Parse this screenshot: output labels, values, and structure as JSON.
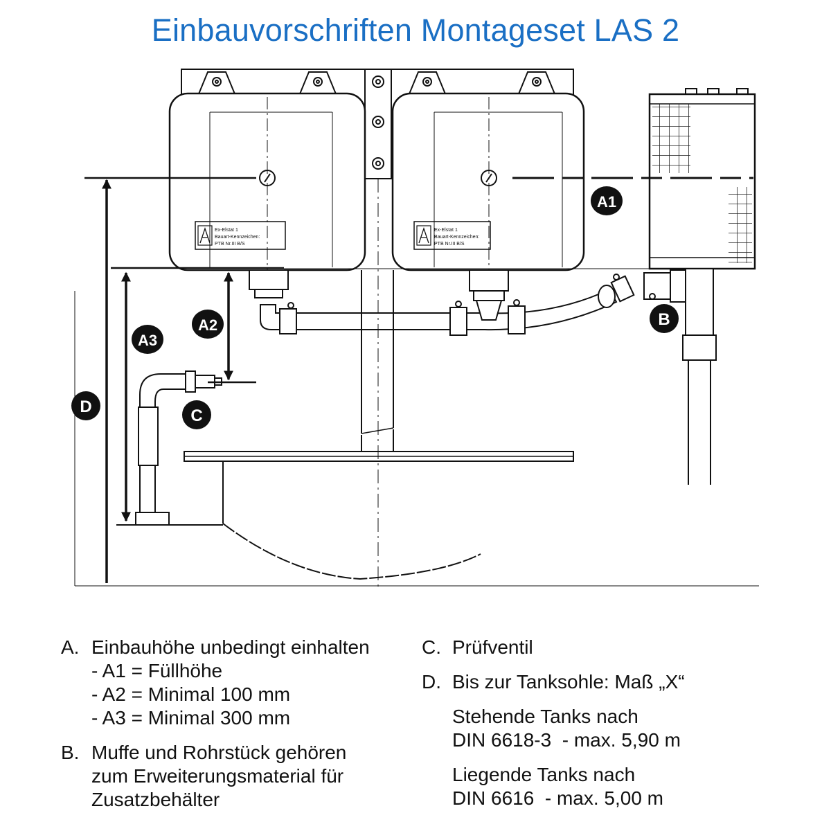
{
  "title": "Einbauvorschriften Montageset LAS 2",
  "diagram": {
    "labels": {
      "a1": "A1",
      "a2": "A2",
      "a3": "A3",
      "b": "B",
      "c": "C",
      "d": "D"
    },
    "plate_lines": [
      [
        "Ex-Elstat 1",
        "Bauart-Kennzeichen:",
        "PTB Nr.III B/S"
      ],
      [
        "Ex-Elstat 1",
        "Bauart-Kennzeichen:",
        "PTB Nr.III B/S"
      ]
    ]
  },
  "legend": {
    "a": {
      "letter": "A.",
      "text": "Einbauhöhe unbedingt einhalten",
      "items": [
        "- A1 = Füllhöhe",
        "- A2 = Minimal 100 mm",
        "- A3 = Minimal 300 mm"
      ]
    },
    "b": {
      "letter": "B.",
      "lines": [
        "Muffe und Rohrstück gehören",
        "zum Erweiterungsmaterial für",
        "Zusatzbehälter"
      ]
    },
    "c": {
      "letter": "C.",
      "text": "Prüfventil"
    },
    "d": {
      "letter": "D.",
      "text": "Bis zur Tanksohle: Maß „X“",
      "standing": [
        "Stehende Tanks nach",
        "DIN 6618-3  - max. 5,90 m"
      ],
      "lying": [
        "Liegende Tanks nach",
        "DIN 6616  - max. 5,00 m"
      ]
    }
  },
  "colors": {
    "title": "#1a6fc4",
    "ink": "#111111",
    "badge": "#111111",
    "badge_text": "#ffffff"
  }
}
